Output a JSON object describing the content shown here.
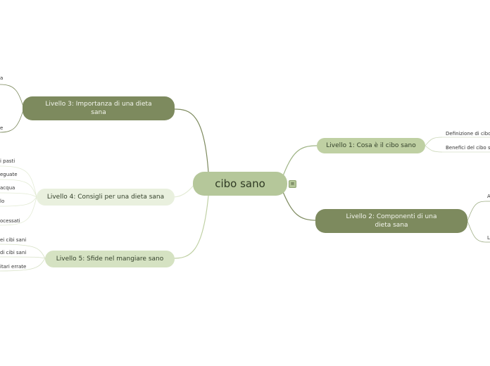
{
  "central": {
    "label": "cibo sano"
  },
  "icons": {
    "notes": "notes-icon"
  },
  "branches": [
    {
      "id": "b1",
      "label": "Livello 1: Cosa è il cibo sano",
      "leaves": [
        "Definizione di cibo",
        "Benefici del cibo s"
      ]
    },
    {
      "id": "b2",
      "label": "Livello 2: Componenti di una dieta sana",
      "leaves": [
        "A",
        "L"
      ]
    },
    {
      "id": "b3",
      "label": "Livello 3: Importanza di una dieta sana",
      "leaves": [
        "a",
        "e"
      ]
    },
    {
      "id": "b4",
      "label": "Livello 4: Consigli per una dieta sana",
      "leaves": [
        "i pasti",
        "eguate",
        "acqua",
        "lo",
        "ocessati"
      ]
    },
    {
      "id": "b5",
      "label": "Livello 5: Sfide nel mangiare sano",
      "leaves": [
        "ei cibi sani",
        "di cibi sani",
        "itari errate"
      ]
    }
  ]
}
